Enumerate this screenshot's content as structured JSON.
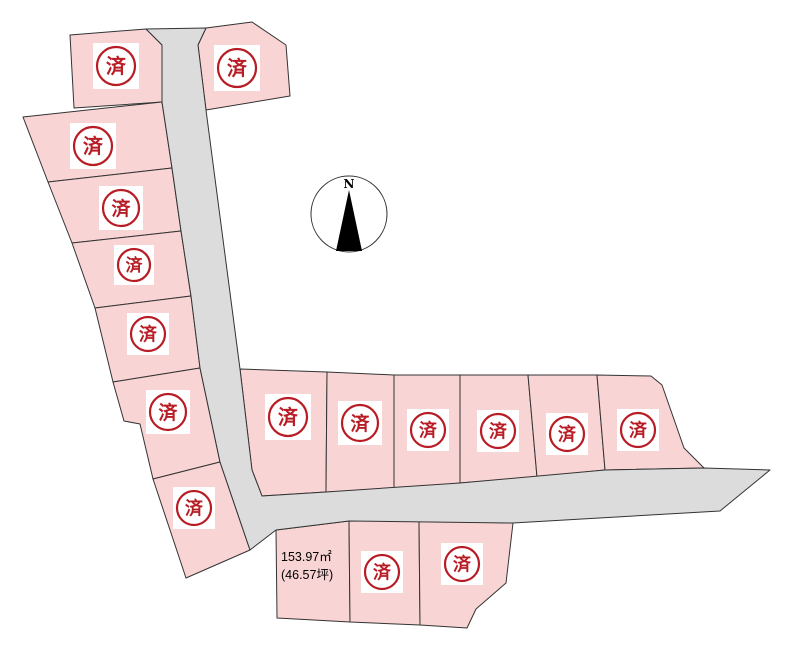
{
  "stamp_label": "済",
  "compass": {
    "north_label": "N"
  },
  "available_lot": {
    "area_sqm": "153.97㎡",
    "area_tsubo": "(46.57坪)"
  },
  "colors": {
    "lot_fill": "#f9d4d4",
    "road_fill": "#dcdcdc",
    "stamp_red": "#b81c24",
    "outline": "#333333"
  },
  "lots": [
    {
      "id": "north-1",
      "status": "sold"
    },
    {
      "id": "north-2",
      "status": "sold"
    },
    {
      "id": "west-1",
      "status": "sold"
    },
    {
      "id": "west-2",
      "status": "sold"
    },
    {
      "id": "west-3",
      "status": "sold"
    },
    {
      "id": "west-4",
      "status": "sold"
    },
    {
      "id": "west-5",
      "status": "sold"
    },
    {
      "id": "west-6",
      "status": "sold"
    },
    {
      "id": "east-1",
      "status": "sold"
    },
    {
      "id": "east-2",
      "status": "sold"
    },
    {
      "id": "east-3",
      "status": "sold"
    },
    {
      "id": "east-4",
      "status": "sold"
    },
    {
      "id": "east-5",
      "status": "sold"
    },
    {
      "id": "east-6",
      "status": "sold"
    },
    {
      "id": "south-1",
      "status": "available"
    },
    {
      "id": "south-2",
      "status": "sold"
    },
    {
      "id": "south-3",
      "status": "sold"
    }
  ]
}
